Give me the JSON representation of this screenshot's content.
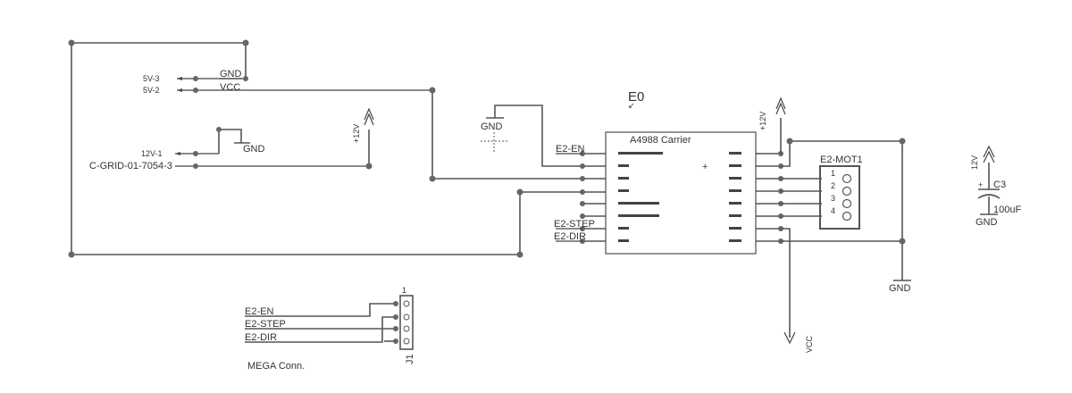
{
  "labels": {
    "net_5v3": "5V-3",
    "net_5v2": "5V-2",
    "gnd_top": "GND",
    "vcc_top": "VCC",
    "net_12v1": "12V-1",
    "gnd_mid": "GND",
    "cgrid": "C-GRID-01-7054-3",
    "plus12_left": "+12V",
    "gnd_chip": "GND",
    "e0": "E0",
    "a4988": "A4988 Carrier",
    "e2_en": "E2-EN",
    "e2_step": "E2-STEP",
    "e2_dir": "E2-DIR",
    "plus12_right": "+12V",
    "mot_title": "E2-MOT1",
    "mot_pin1": "1",
    "mot_pin2": "2",
    "mot_pin3": "3",
    "mot_pin4": "4",
    "vcc_bottom": "VCC",
    "gnd_right": "GND",
    "v12_cap": "12V",
    "c3": "C3",
    "cap_val": "100uF",
    "gnd_cap": "GND",
    "conn_en": "E2-EN",
    "conn_step": "E2-STEP",
    "conn_dir": "E2-DIR",
    "j1": "J1",
    "mega": "MEGA Conn."
  }
}
